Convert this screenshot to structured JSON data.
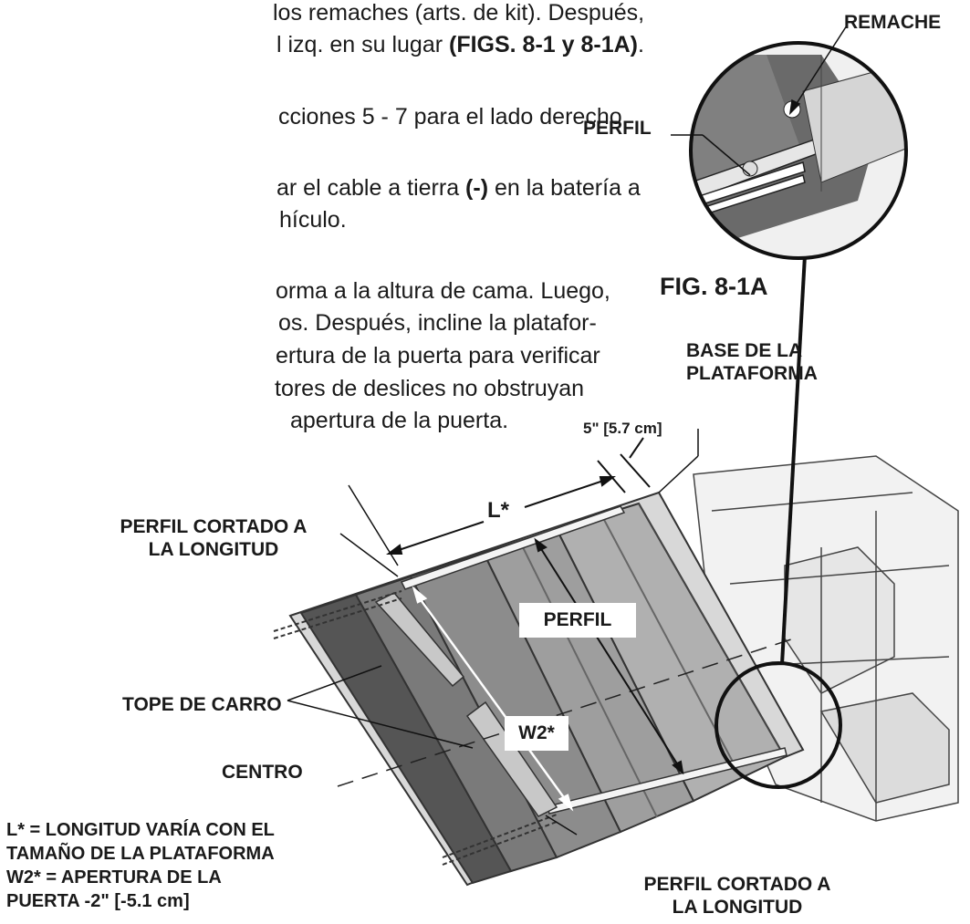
{
  "instructions": {
    "line1": "los remaches (arts. de kit). Después,",
    "line2_pre": "l izq. en su lugar ",
    "line2_bold": "(FIGS. 8-1 y 8-1A)",
    "line2_post": ".",
    "line3": "cciones 5 - 7 para el lado derecho.",
    "line4_pre": "ar el cable a tierra ",
    "line4_bold": "(-)",
    "line4_post": " en la batería a",
    "line5": "hículo.",
    "line6": "orma a la altura de cama. Luego,",
    "line7": "os. Después, incline la platafor-",
    "line8": "ertura de la puerta para verificar",
    "line9": "tores de deslices no obstruyan",
    "line10": "apertura de la puerta."
  },
  "labels": {
    "remache": "REMACHE",
    "perfil_detail": "PERFIL",
    "fig": "FIG. 8-1A",
    "base_line1": "BASE DE LA",
    "base_line2": "PLATAFORMA",
    "dimension": "5\" [5.7 cm]",
    "l_star": "L*",
    "perfil_cut_top_line1": "PERFIL CORTADO A",
    "perfil_cut_top_line2": "LA LONGITUD",
    "perfil_main": "PERFIL",
    "tope": "TOPE DE CARRO",
    "w2": "W2*",
    "centro": "CENTRO",
    "note_line1": "L* = LONGITUD VARÍA CON EL",
    "note_line2": "TAMAÑO DE LA PLATAFORMA",
    "note_line3": "W2* = APERTURA DE LA",
    "note_line4": "PUERTA -2\" [-5.1 cm]",
    "perfil_cut_bottom_line1": "PERFIL CORTADO A",
    "perfil_cut_bottom_line2": "LA LONGITUD"
  }
}
